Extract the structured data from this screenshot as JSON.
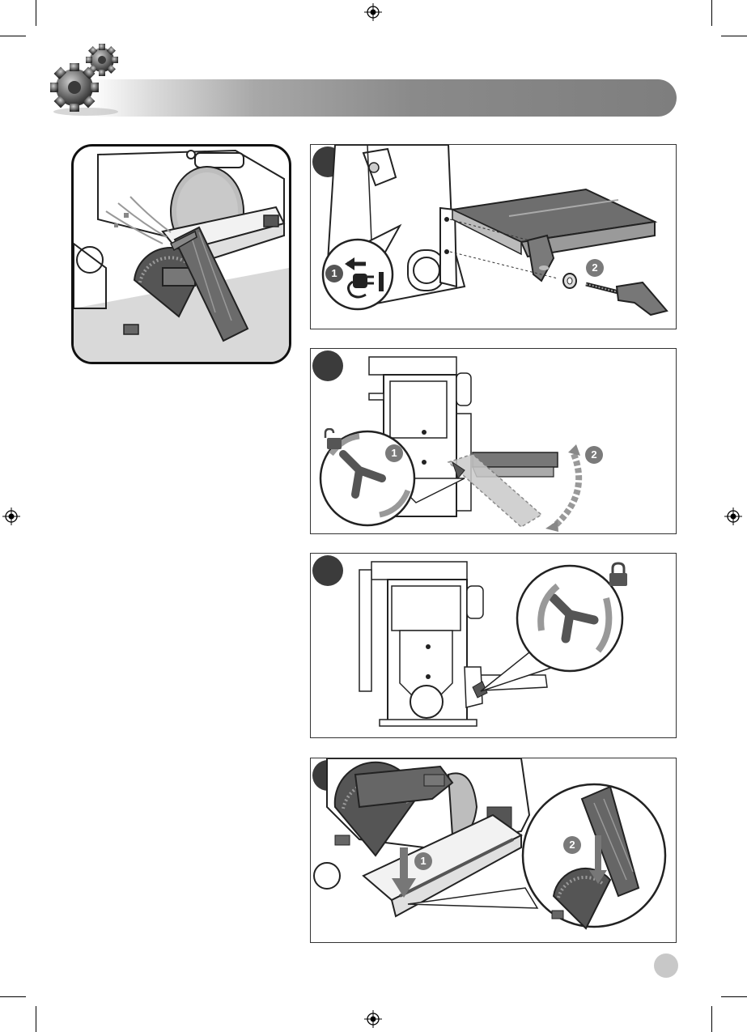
{
  "page": {
    "header_title": "",
    "page_number": ""
  },
  "figures": {
    "hero": {
      "name": "disc-sander-mitre-overview"
    },
    "step1": {
      "callouts": [
        "1",
        "2"
      ]
    },
    "step2": {
      "callouts": [
        "1",
        "2"
      ]
    },
    "step3": {
      "callouts": []
    },
    "step4": {
      "callouts": [
        "1",
        "2"
      ]
    }
  },
  "colors": {
    "badge": "#3b3b3b",
    "callout": "#7a7a7a",
    "header_dark": "#7e7e7e",
    "line": "#333333",
    "sanding_surface": "#bdbdbd"
  },
  "icons": {
    "gear": "gear-icon",
    "unplug": "unplug-icon",
    "unlock": "unlock-icon",
    "lock": "lock-icon"
  }
}
